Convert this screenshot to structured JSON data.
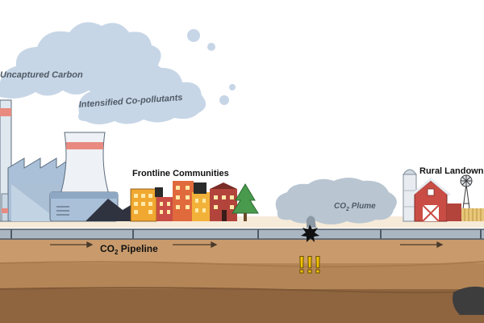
{
  "labels": {
    "uncaptured_carbon": "Uncaptured Carbon",
    "copollutants": "Intensified Co-pollutants",
    "frontline": "Frontline Communities",
    "rural": "Rural Landown",
    "plume_co": "CO",
    "plume_sub": "2",
    "plume_rest": " Plume",
    "pipeline_co": "CO",
    "pipeline_sub": "2",
    "pipeline_rest": " Pipeline",
    "warning": "!!!"
  },
  "colors": {
    "smoke": "#c7d6e6",
    "factory": "#a9c0d8",
    "factory_dark": "#7f99b8",
    "cooling_tower": "#e8ecf1",
    "stripe": "#e98a80",
    "ground_top": "#f6ead8",
    "ground_mid": "#c99b6c",
    "ground_deep": "#a8774c",
    "ground_bottom": "#8f6540",
    "pipe": "#aab6c2",
    "plume": "#b9c6d2",
    "warning": "#f2c200",
    "barn": "#c94d45"
  },
  "icons": [
    "smoke-cloud-icon",
    "factory-icon",
    "cooling-tower-icon",
    "city-buildings-icon",
    "pine-tree-icon",
    "rupture-burst-icon",
    "warning-icon",
    "silo-icon",
    "barn-icon",
    "windmill-icon",
    "crop-field-icon",
    "flow-arrow-icon"
  ]
}
